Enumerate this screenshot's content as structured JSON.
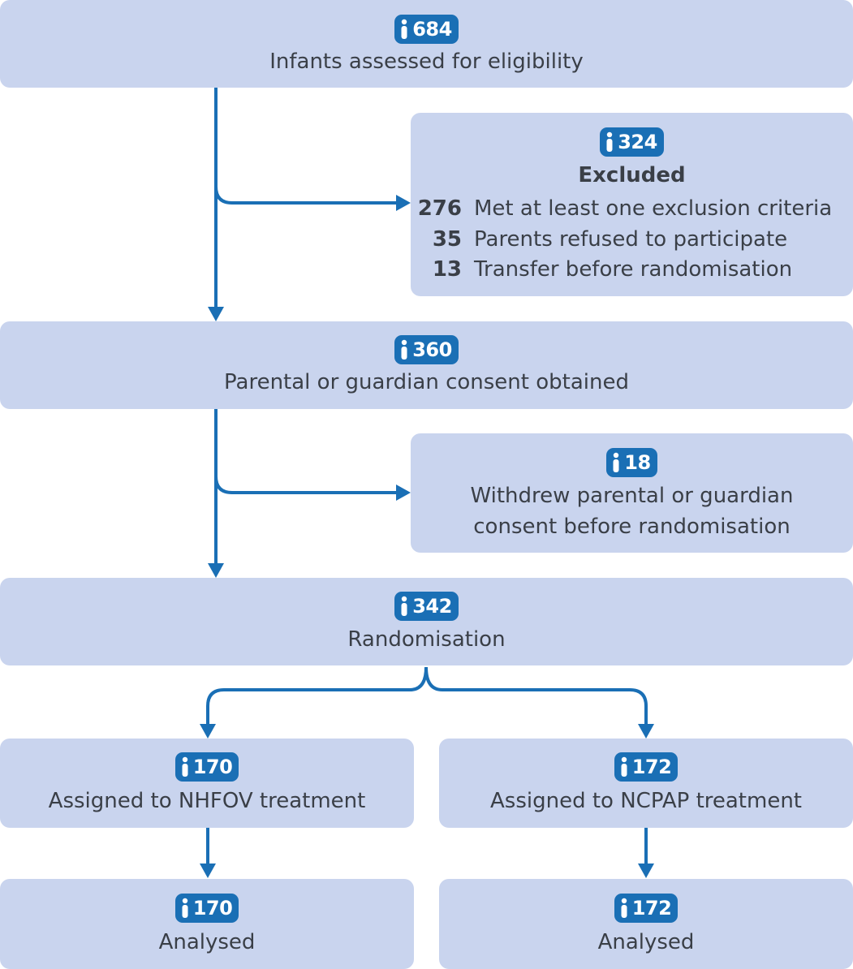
{
  "colors": {
    "box_fill": "#c9d4ee",
    "badge_fill": "#1a6fb5",
    "arrow": "#1a6fb5",
    "text": "#3a3f47"
  },
  "icons": {
    "badge_icon": "person-icon"
  },
  "nodes": {
    "eligibility": {
      "count": "684",
      "label": "Infants assessed for eligibility"
    },
    "excluded": {
      "count": "324",
      "title": "Excluded",
      "reasons": [
        {
          "count": "276",
          "text": "Met at least one exclusion criteria"
        },
        {
          "count": "35",
          "text": "Parents refused to participate"
        },
        {
          "count": "13",
          "text": "Transfer before randomisation"
        }
      ]
    },
    "consent": {
      "count": "360",
      "label": "Parental or guardian consent obtained"
    },
    "withdrew": {
      "count": "18",
      "label_line1": "Withdrew parental or guardian",
      "label_line2": "consent before randomisation"
    },
    "randomisation": {
      "count": "342",
      "label": "Randomisation"
    },
    "nhfov_assigned": {
      "count": "170",
      "label": "Assigned to NHFOV treatment"
    },
    "ncpap_assigned": {
      "count": "172",
      "label": "Assigned to NCPAP treatment"
    },
    "nhfov_analysed": {
      "count": "170",
      "label": "Analysed"
    },
    "ncpap_analysed": {
      "count": "172",
      "label": "Analysed"
    }
  }
}
